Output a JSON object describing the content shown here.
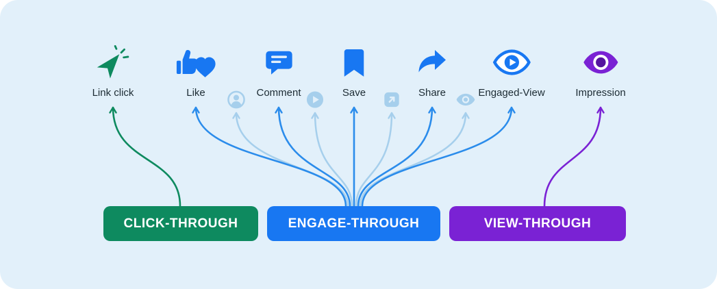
{
  "panel": {
    "background": "#e2f0fa"
  },
  "colors": {
    "green": "#0e8a5f",
    "blue": "#1877f2",
    "arrow_blue": "#2b8ceb",
    "light_blue": "#a6cfec",
    "purple": "#7a22d4",
    "purple_dark": "#55159f",
    "label_text": "#1c2b33",
    "button_text": "#ffffff"
  },
  "metrics": [
    {
      "id": "link-click",
      "label": "Link click",
      "icon": "cursor-click-icon"
    },
    {
      "id": "like",
      "label": "Like",
      "icon": "thumbs-up-heart-icon"
    },
    {
      "id": "comment",
      "label": "Comment",
      "icon": "speech-bubble-icon"
    },
    {
      "id": "save",
      "label": "Save",
      "icon": "bookmark-icon"
    },
    {
      "id": "share",
      "label": "Share",
      "icon": "share-arrow-icon"
    },
    {
      "id": "engaged-view",
      "label": "Engaged-View",
      "icon": "eye-play-icon"
    },
    {
      "id": "impression",
      "label": "Impression",
      "icon": "eye-icon"
    }
  ],
  "secondary_icons": [
    {
      "id": "profile",
      "icon": "avatar-icon"
    },
    {
      "id": "video-play",
      "icon": "play-circle-icon"
    },
    {
      "id": "expand",
      "icon": "expand-icon"
    },
    {
      "id": "views",
      "icon": "small-eye-icon"
    }
  ],
  "attribution_types": [
    {
      "label": "CLICK-THROUGH",
      "color": "#0e8a5f",
      "targets": [
        "Link click"
      ]
    },
    {
      "label": "ENGAGE-THROUGH",
      "color": "#1877f2",
      "targets": [
        "Like",
        "Comment",
        "Save",
        "Share",
        "Engaged-View"
      ]
    },
    {
      "label": "VIEW-THROUGH",
      "color": "#7a22d4",
      "targets": [
        "Impression"
      ]
    }
  ]
}
